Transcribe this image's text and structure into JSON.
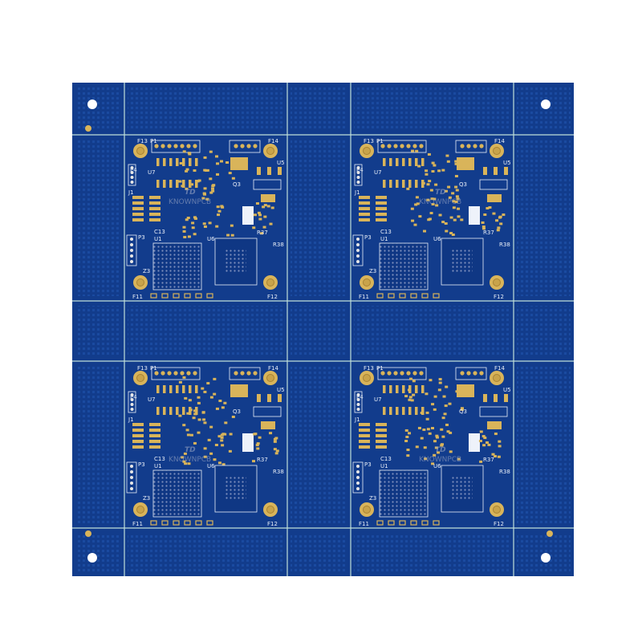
{
  "image": {
    "subject": "pcb-panel",
    "colors": {
      "background": "#ffffff",
      "soldermask": "#123c8c",
      "soldermask_dark": "#0d2f74",
      "pad_gold": "#d9b45a",
      "silkscreen": "#e8eef8",
      "rail_line": "#bfe0d8"
    },
    "watermark_logo": "KNOWNPCB",
    "silkscreen_labels": [
      "F13",
      "P1",
      "F14",
      "U7",
      "U5",
      "P4",
      "J1",
      "Q3",
      "C13",
      "U1",
      "U6",
      "P3",
      "Z3",
      "R37",
      "R38",
      "F11",
      "F12"
    ]
  }
}
